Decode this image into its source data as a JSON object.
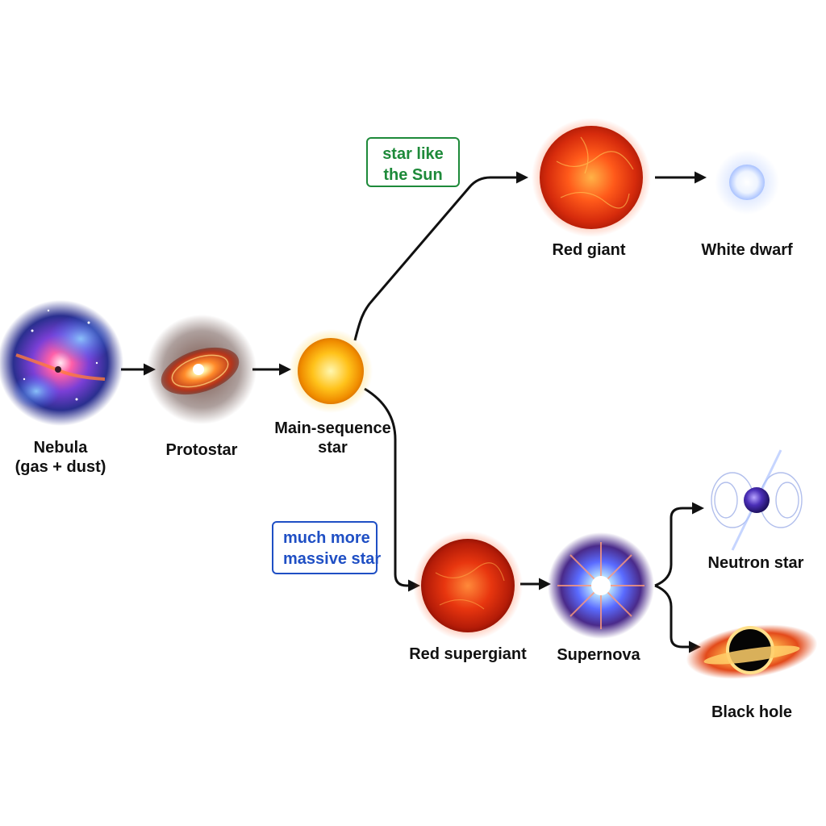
{
  "stages": {
    "nebula": {
      "line1": "Nebula",
      "line2": "(gas + dust)"
    },
    "protostar": {
      "label": "Protostar"
    },
    "main_sequence": {
      "line1": "Main-sequence",
      "line2": "star"
    },
    "red_giant": {
      "label": "Red giant"
    },
    "white_dwarf": {
      "label": "White dwarf"
    },
    "red_supergiant": {
      "label": "Red supergiant"
    },
    "supernova": {
      "label": "Supernova"
    },
    "neutron_star": {
      "label": "Neutron star"
    },
    "black_hole": {
      "label": "Black hole"
    }
  },
  "branches": {
    "sunlike": {
      "line1": "star like",
      "line2": "the Sun",
      "color": "#1e8a3a"
    },
    "massive": {
      "line1": "much more",
      "line2": "massive star",
      "color": "#1f4fc4"
    }
  },
  "colors": {
    "arrow": "#111111",
    "text": "#111111"
  }
}
